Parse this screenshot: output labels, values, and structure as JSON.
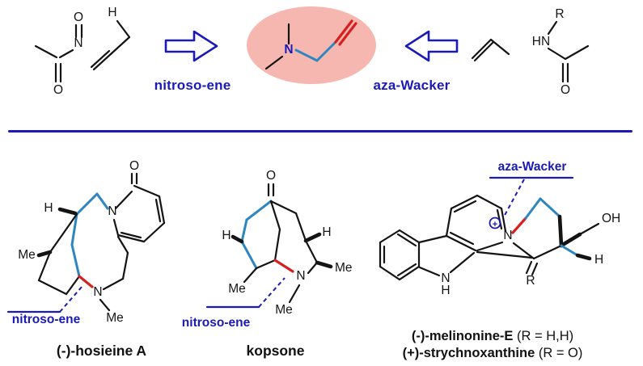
{
  "colors": {
    "label_blue": "#1a1ab8",
    "highlight_bond_blue": "#2e86c1",
    "highlight_bond_red": "#d62020",
    "oval_pink": "#f6b7b0",
    "bond_black": "#141414"
  },
  "top": {
    "left_method": "nitroso-ene",
    "right_method": "aza-Wacker",
    "nitrosoamide": {
      "o_top": "O",
      "n": "N",
      "o_bottom": "O",
      "h": "H"
    },
    "allylamine": {
      "n": "N"
    },
    "amide": {
      "r": "R",
      "hn": "HN",
      "o": "O"
    }
  },
  "bottom": {
    "hosieine": {
      "name": "(-)-hosieine A",
      "annotation": "nitroso-ene",
      "atoms": {
        "o": "O",
        "n_pyridone": "N",
        "h": "H",
        "me1": "Me",
        "n_amine": "N",
        "me2": "Me"
      }
    },
    "kopsone": {
      "name": "kopsone",
      "annotation": "nitroso-ene",
      "atoms": {
        "o": "O",
        "h1": "H",
        "h2": "H",
        "me1": "Me",
        "me2": "Me",
        "me3": "Me",
        "n": "N"
      }
    },
    "melinonine": {
      "annotation": "aza-Wacker",
      "name1_bold": "(-)-melinonine-E",
      "name1_rest": " (R = H,H)",
      "name2_bold": "(+)-strychnoxanthine",
      "name2_rest": " (R = O)",
      "atoms": {
        "n_plus": "N",
        "plus": "+",
        "nh_n": "N",
        "nh_h": "H",
        "oh": "OH",
        "h": "H",
        "r": "R"
      }
    }
  }
}
